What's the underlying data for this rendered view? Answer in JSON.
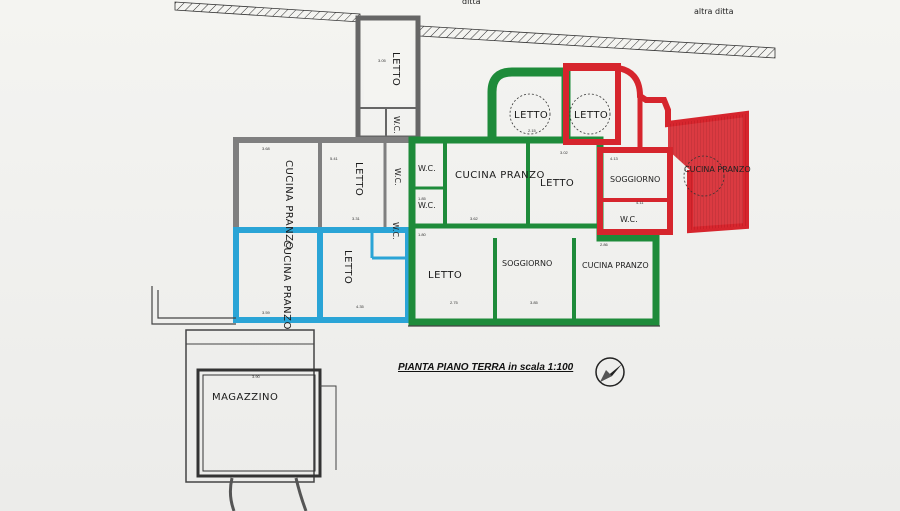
{
  "neighbors": {
    "top": "ditta",
    "top_right": "altra ditta"
  },
  "title": "PIANTA PIANO TERRA in scala 1:100",
  "rooms": {
    "letto_top": "LETTO",
    "wc_top": "W.C.",
    "cucina_pranzo_grey": "CUCINA PRANZO",
    "letto_grey": "LETTO",
    "wc_grey": "W.C.",
    "cucina_pranzo_blue": "CUCINA PRANZO",
    "letto_blue": "LETTO",
    "wc_blue": "W.C.",
    "wc_green_1": "W.C.",
    "wc_green_2": "W.C.",
    "cucina_pranzo_green": "CUCINA PRANZO",
    "letto_green_mid": "LETTO",
    "letto_green_top": "LETTO",
    "letto_green_bottom": "LETTO",
    "soggiorno_green": "SOGGIORNO",
    "cucina_pranzo_green_2": "CUCINA PRANZO",
    "letto_red": "LETTO",
    "soggiorno_red": "SOGGIORNO",
    "cucina_pranzo_red": "CUCINA PRANZO",
    "wc_red": "W.C.",
    "magazzino": "MAGAZZINO"
  },
  "dimensions": [
    "3.05",
    "3.68",
    "3.31",
    "3.62",
    "3.02",
    "3.59",
    "4.35",
    "2.75",
    "3.85",
    "2.86",
    "3.90",
    "4.11",
    "2.15",
    "4.13",
    "5.41",
    "1.85",
    "1.80"
  ],
  "colors": {
    "green": "#1e8b3a",
    "red": "#d6252d",
    "blue": "#2aa4d6",
    "grey": "#8a8a8a",
    "wall": "#555555"
  },
  "icons": {
    "north_arrow": "compass-north-icon"
  }
}
